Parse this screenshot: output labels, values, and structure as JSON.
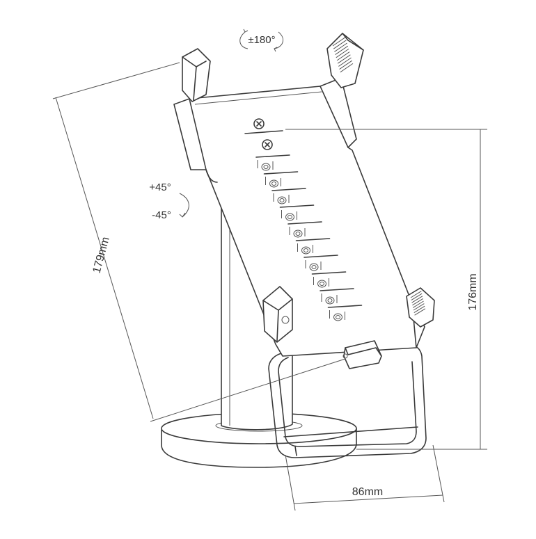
{
  "labels": {
    "rotation": "±180°",
    "tilt_up": "+45°",
    "tilt_down": "-45°",
    "depth": "179mm",
    "height": "176mm",
    "width": "86mm"
  },
  "colors": {
    "line": "#3a3a3a",
    "text": "#333333",
    "background": "#ffffff"
  }
}
